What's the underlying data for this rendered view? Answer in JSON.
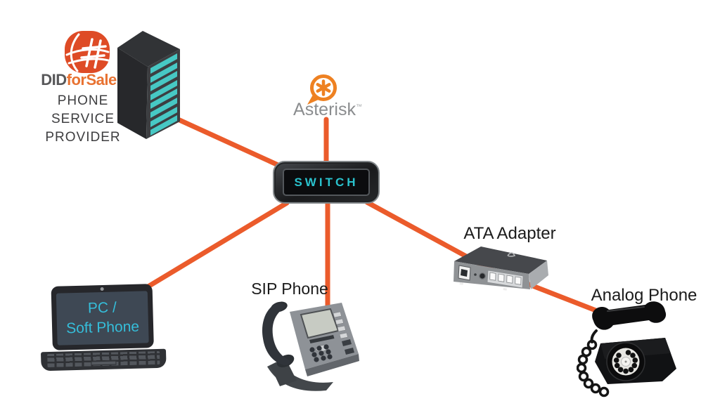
{
  "provider": {
    "brand_did": "DID",
    "brand_forsale": "forSale",
    "label_lines": [
      "PHONE",
      "SERVICE",
      "PROVIDER"
    ]
  },
  "asterisk": {
    "label": "Asterisk",
    "trademark": "™"
  },
  "switch": {
    "label": "SWITCH"
  },
  "pc": {
    "screen_line1": "PC /",
    "screen_line2": "Soft Phone"
  },
  "sip_phone": {
    "label": "SIP Phone"
  },
  "ata_adapter": {
    "label": "ATA Adapter"
  },
  "analog_phone": {
    "label": "Analog Phone"
  },
  "connections": [
    {
      "from": "phone-service-provider",
      "to": "switch"
    },
    {
      "from": "asterisk",
      "to": "switch"
    },
    {
      "from": "switch",
      "to": "pc-soft-phone"
    },
    {
      "from": "switch",
      "to": "sip-phone"
    },
    {
      "from": "switch",
      "to": "ata-adapter"
    },
    {
      "from": "ata-adapter",
      "to": "analog-phone"
    }
  ],
  "colors": {
    "background": "#ffffff",
    "connection_line": "#EB5B2B",
    "teal_accent": "#45C8C4",
    "switch_text": "#2AC2CD",
    "laptop_screen_text": "#35BEDA",
    "brand_did_gray": "#58585A",
    "brand_forsale_orange": "#E87231",
    "asterisk_logo_orange": "#EE8122",
    "globe_logo_red": "#DE4B26",
    "label_text": "#1B1B1B",
    "asterisk_text_gray": "#8B8D8F"
  }
}
